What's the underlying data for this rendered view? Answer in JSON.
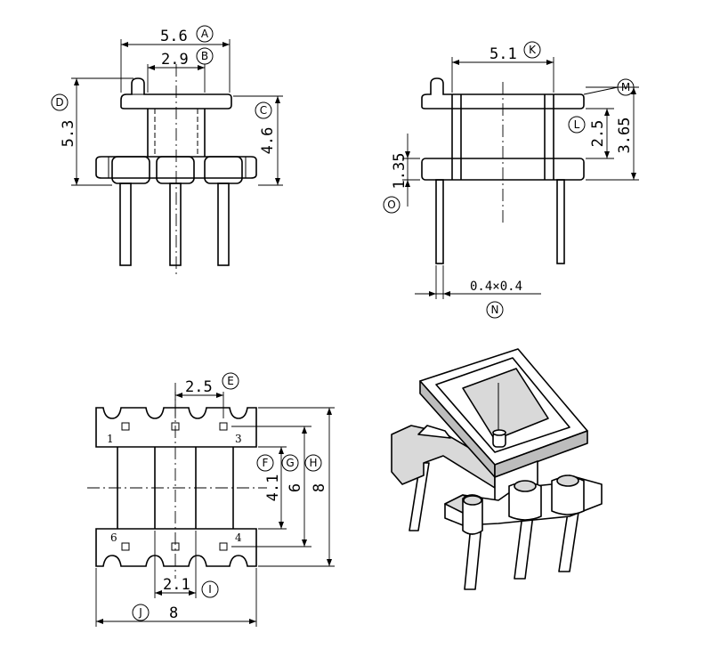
{
  "front_view": {
    "dims": {
      "width_top": "5.6",
      "inner_width": "2.9",
      "total_height": "5.3",
      "flange_height": "4.6"
    },
    "callouts": {
      "a": "A",
      "b": "B",
      "c": "C",
      "d": "D"
    }
  },
  "side_view": {
    "dims": {
      "width": "5.1",
      "window_height": "2.5",
      "height": "3.65",
      "base_thickness": "1.35",
      "pin_size": "0.4×0.4"
    },
    "callouts": {
      "k": "K",
      "l": "L",
      "m": "M",
      "n": "N",
      "o": "O"
    }
  },
  "bottom_view": {
    "dims": {
      "pin_pitch": "2.5",
      "inner_span": "4.1",
      "pin_row_span": "6",
      "total_length": "8",
      "center_width": "2.1",
      "total_width": "8"
    },
    "callouts": {
      "e": "E",
      "f": "F",
      "g": "G",
      "h": "H",
      "i": "I",
      "j": "J"
    },
    "pin_labels": [
      "1",
      "3",
      "6",
      "4"
    ]
  },
  "isometric_view": {}
}
